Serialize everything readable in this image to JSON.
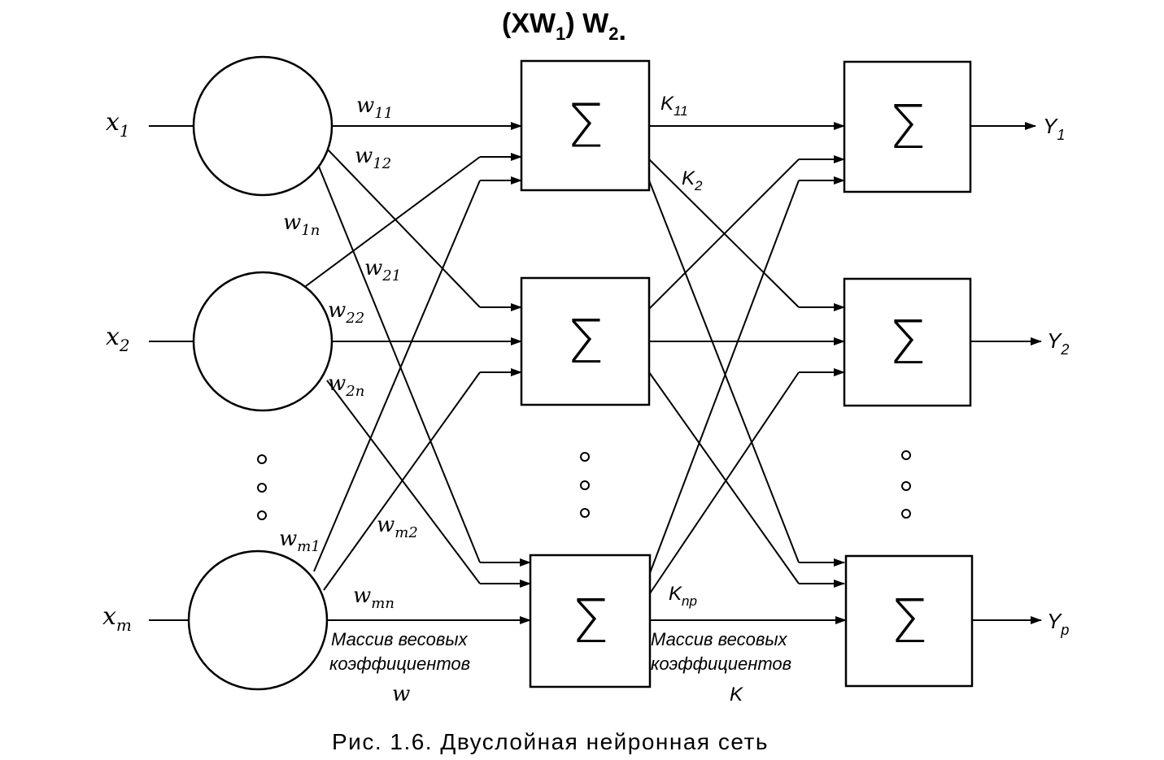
{
  "formula": {
    "main": "(XW",
    "sub1": "1",
    "mid": ") W",
    "sub2": "2",
    "dot": "."
  },
  "sigma_symbol": "Σ",
  "inputs": [
    {
      "base": "x",
      "sub": "1"
    },
    {
      "base": "x",
      "sub": "2"
    },
    {
      "base": "x",
      "sub": "m"
    }
  ],
  "outputs": [
    {
      "base": "Y",
      "sub": "1"
    },
    {
      "base": "Y",
      "sub": "2"
    },
    {
      "base": "Y",
      "sub": "p"
    }
  ],
  "weights_w": [
    {
      "base": "w",
      "sub": "11"
    },
    {
      "base": "w",
      "sub": "12"
    },
    {
      "base": "w",
      "sub": "1n"
    },
    {
      "base": "w",
      "sub": "21"
    },
    {
      "base": "w",
      "sub": "22"
    },
    {
      "base": "w",
      "sub": "2n"
    },
    {
      "base": "w",
      "sub": "m1"
    },
    {
      "base": "w",
      "sub": "m2"
    },
    {
      "base": "w",
      "sub": "mn"
    }
  ],
  "weights_k": [
    {
      "base": "K",
      "sub": "11"
    },
    {
      "base": "K",
      "sub": "2"
    },
    {
      "base": "K",
      "sub": "np"
    }
  ],
  "array_w": {
    "line1": "Массив весовых",
    "line2": "коэффициентов",
    "symbol": "w"
  },
  "array_k": {
    "line1": "Массив весовых",
    "line2": "коэффициентов",
    "symbol": "K"
  },
  "caption": "Рис. 1.6. Двуслойная нейронная сеть"
}
